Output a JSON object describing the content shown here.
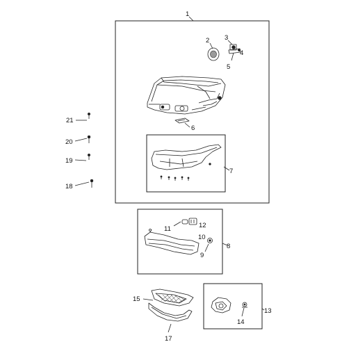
{
  "callouts": {
    "c1": "1",
    "c2": "2",
    "c3": "3",
    "c4": "4",
    "c5": "5",
    "c6": "6",
    "c7": "7",
    "c8": "8",
    "c9": "9",
    "c10": "10",
    "c11": "11",
    "c12": "12",
    "c13": "13",
    "c14": "14",
    "c15": "15",
    "c17": "17",
    "c18": "18",
    "c19": "19",
    "c20": "20",
    "c21": "21"
  },
  "colors": {
    "line": "#222222",
    "background": "#ffffff"
  }
}
